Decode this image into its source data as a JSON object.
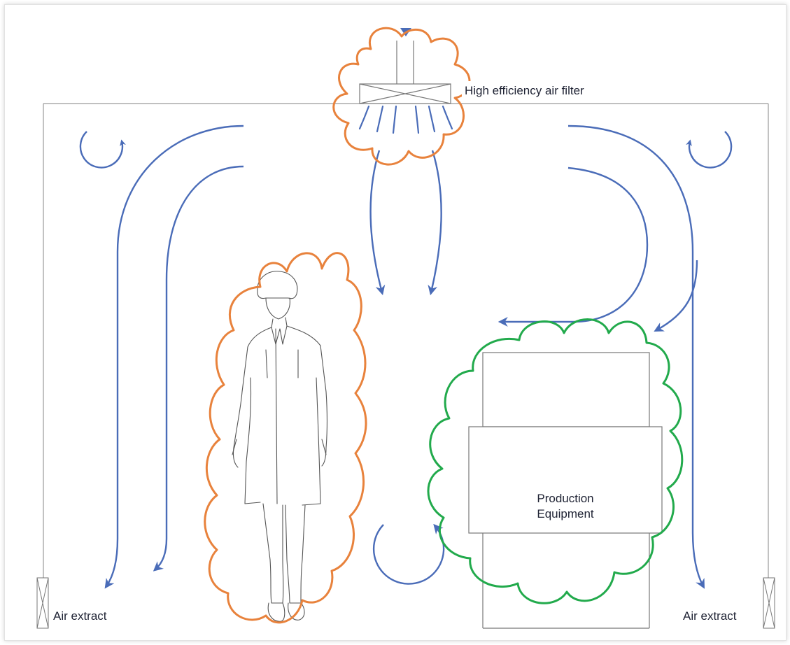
{
  "diagram": {
    "labels": {
      "filter": "High efficiency air filter",
      "extract_left": "Air extract",
      "extract_right": "Air extract",
      "equipment_line1": "Production",
      "equipment_line2": "Equipment"
    },
    "colors": {
      "airflow": "#4a6cb8",
      "room_line": "#9a9a9a",
      "contamination_person": "#e8823c",
      "contamination_equipment": "#22aa4c",
      "text": "#1e2233"
    }
  }
}
